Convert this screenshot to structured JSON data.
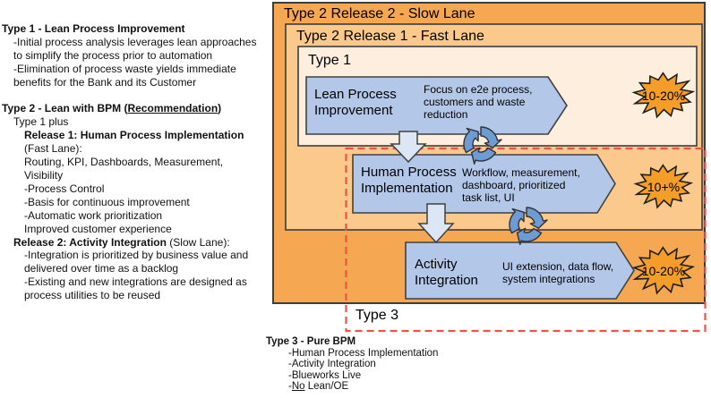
{
  "left_panel": {
    "lines": [
      {
        "ind": 0,
        "segments": [
          {
            "t": "Type 1 - Lean Process Improvement",
            "b": 1
          }
        ]
      },
      {
        "ind": 1,
        "segments": [
          {
            "t": "-Initial process analysis leverages lean approaches"
          }
        ]
      },
      {
        "ind": 1,
        "segments": [
          {
            "t": "to simplify the process prior to automation"
          }
        ]
      },
      {
        "ind": 1,
        "segments": [
          {
            "t": "-Elimination of process waste yields immediate"
          }
        ]
      },
      {
        "ind": 1,
        "segments": [
          {
            "t": "benefits for the Bank and its Customer"
          }
        ]
      },
      {
        "ind": 0,
        "segments": [
          {
            "t": ""
          }
        ]
      },
      {
        "ind": 0,
        "segments": [
          {
            "t": "Type 2 - Lean with BPM (",
            "b": 1
          },
          {
            "t": "Recommendation",
            "b": 1,
            "u": 1
          },
          {
            "t": ")",
            "b": 1
          }
        ]
      },
      {
        "ind": 1,
        "segments": [
          {
            "t": "Type 1 plus"
          }
        ]
      },
      {
        "ind": 2,
        "segments": [
          {
            "t": "Release 1: Human Process Implementation",
            "b": 1
          }
        ]
      },
      {
        "ind": 2,
        "segments": [
          {
            "t": "(Fast Lane):"
          }
        ]
      },
      {
        "ind": 2,
        "segments": [
          {
            "t": "Routing, KPI, Dashboards, Measurement,"
          }
        ]
      },
      {
        "ind": 2,
        "segments": [
          {
            "t": "Visibility"
          }
        ]
      },
      {
        "ind": 2,
        "segments": [
          {
            "t": "-Process Control"
          }
        ]
      },
      {
        "ind": 2,
        "segments": [
          {
            "t": "-Basis for continuous improvement"
          }
        ]
      },
      {
        "ind": 2,
        "segments": [
          {
            "t": "-Automatic work prioritization"
          }
        ]
      },
      {
        "ind": 2,
        "segments": [
          {
            "t": "Improved customer experience"
          }
        ]
      },
      {
        "ind": 1,
        "segments": [
          {
            "t": "Release 2: Activity Integration",
            "b": 1
          },
          {
            "t": " (Slow Lane):"
          }
        ]
      },
      {
        "ind": 2,
        "segments": [
          {
            "t": "-Integration is prioritized by business value and"
          }
        ]
      },
      {
        "ind": 2,
        "segments": [
          {
            "t": "delivered over time as a backlog"
          }
        ]
      },
      {
        "ind": 2,
        "segments": [
          {
            "t": "-Existing and new integrations are designed as"
          }
        ]
      },
      {
        "ind": 2,
        "segments": [
          {
            "t": "process utilities to be reused"
          }
        ]
      }
    ]
  },
  "bottom_panel": {
    "lines": [
      {
        "ind": 0,
        "segments": [
          {
            "t": "Type 3 - Pure BPM",
            "b": 1
          }
        ]
      },
      {
        "ind": 1,
        "segments": [
          {
            "t": "-Human Process Implementation"
          }
        ]
      },
      {
        "ind": 1,
        "segments": [
          {
            "t": "-Activity Integration"
          }
        ]
      },
      {
        "ind": 1,
        "segments": [
          {
            "t": "-Blueworks Live"
          }
        ]
      },
      {
        "ind": 1,
        "segments": [
          {
            "t": "-"
          },
          {
            "t": "No",
            "u": 1
          },
          {
            "t": " Lean/OE"
          }
        ]
      }
    ]
  },
  "diagram": {
    "slow_lane_label": "Type 2 Release 2 - Slow Lane",
    "fast_lane_label": "Type 2 Release 1 - Fast Lane",
    "type1_label": "Type 1",
    "type3_label": "Type 3",
    "stages": [
      {
        "label": "Lean Process\nImprovement",
        "desc": "Focus on e2e process,\ncustomers and waste\nreduction",
        "badge": "10-20%"
      },
      {
        "label": "Human Process\nImplementation",
        "desc": "Workflow, measurement,\ndashboard, prioritized\ntask list, UI",
        "badge": "10+%"
      },
      {
        "label": "Activity\nIntegration",
        "desc": "UI extension, data flow,\nsystem integrations",
        "badge": "10-20%"
      }
    ],
    "colors": {
      "outer": "#F5A851",
      "fast": "#FBC98C",
      "type1_bg": "#FDEEDD",
      "arrow": "#B3C7E8",
      "down_arrow": "#DCE6F4",
      "cycle": "#6D9BD3",
      "starburst": "#F49D28",
      "dashed_red": "#EE5348",
      "box_stroke": "#3D3D3D"
    }
  }
}
